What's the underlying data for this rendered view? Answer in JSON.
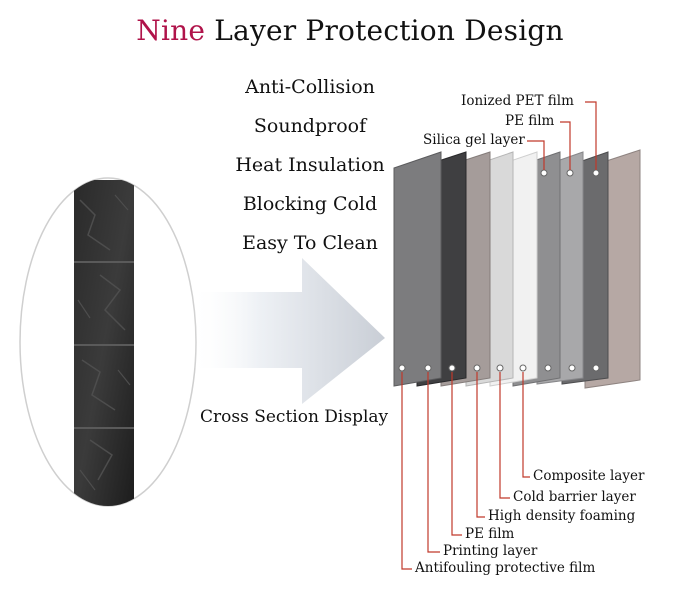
{
  "title": {
    "accent": "Nine",
    "rest": " Layer Protection Design"
  },
  "features": [
    "Anti-Collision",
    "Soundproof",
    "Heat Insulation",
    "Blocking Cold",
    "Easy To Clean"
  ],
  "cross_section_label": "Cross Section Display",
  "top_labels": [
    "Ionized PET film",
    "PE film",
    "Silica gel layer"
  ],
  "bottom_labels": [
    "Composite layer",
    "Cold barrier layer",
    "High density foaming",
    "PE film",
    "Printing layer",
    "Antifouling protective film"
  ],
  "colors": {
    "accent": "#b0134a",
    "leader": "#c0392b",
    "text": "#111111"
  }
}
